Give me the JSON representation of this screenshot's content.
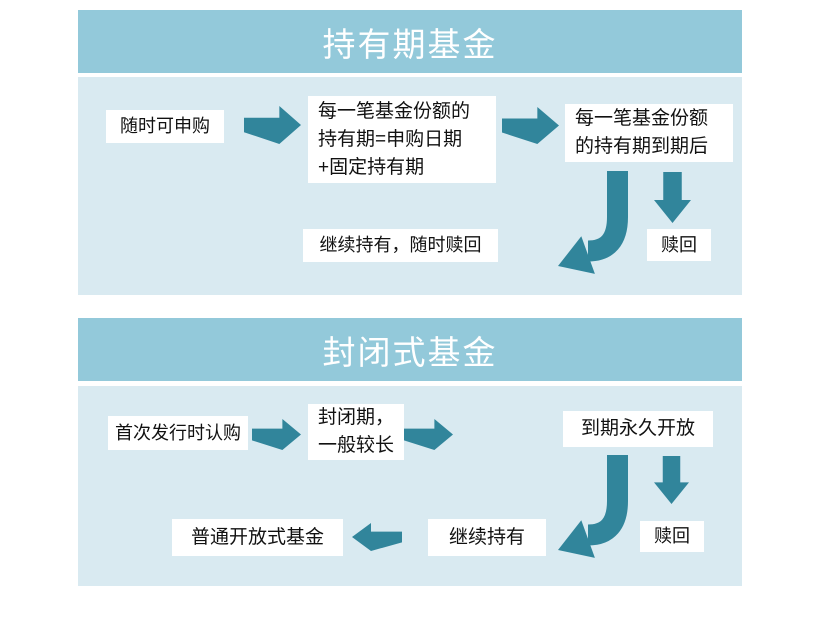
{
  "colors": {
    "page_bg": "#ffffff",
    "title_bg": "#93c9da",
    "panel_bg": "#d9eaf1",
    "arrow": "#31859b",
    "box_bg": "#ffffff",
    "box_text": "#111111",
    "title_text": "#ffffff"
  },
  "panels": [
    {
      "title": "持有期基金",
      "nodes": {
        "subscribe_anytime": "随时可申购",
        "holding_rule": "每一笔基金份额的\n持有期=申购日期\n+固定持有期",
        "maturity": "每一笔基金份额\n的持有期到期后",
        "continue_hold": "继续持有，随时赎回",
        "redeem": "赎回"
      }
    },
    {
      "title": "封闭式基金",
      "nodes": {
        "initial_subscription": "首次发行时认购",
        "closed_period": "封闭期，\n一般较长",
        "open_after_maturity": "到期永久开放",
        "continue_hold": "继续持有",
        "redeem": "赎回",
        "open_fund": "普通开放式基金"
      }
    }
  ]
}
